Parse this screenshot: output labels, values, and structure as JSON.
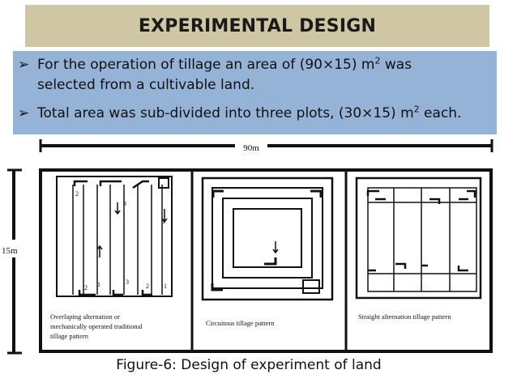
{
  "title": "EXPERIMENTAL DESIGN",
  "bullets": [
    {
      "text": "For the operation of tillage an area of (90×15) m",
      "sup": "2",
      "text_after": " was",
      "line2": "selected from a cultivable land."
    },
    {
      "text": "Total area was sub-divided into three plots, (30×15) m",
      "sup": "2",
      "text_after": " each."
    }
  ],
  "bullet_marker": "➢",
  "diagram": {
    "width_label": "90m",
    "height_label": "15m",
    "plots": [
      {
        "caption_lines": [
          "Overlaping alternation or",
          "mechanically operated traditional",
          "tillage pattern"
        ]
      },
      {
        "caption_lines": [
          "Circuitous tillage pattern"
        ]
      },
      {
        "caption_lines": [
          "Straight alternation tillage pattern"
        ]
      }
    ],
    "plot1_marks": [
      "2",
      "3",
      "1",
      "2",
      "3",
      "1",
      "2",
      "1"
    ]
  },
  "caption": "Figure-6: Design of experiment of land",
  "colors": {
    "title_bg": "#cfc6a3",
    "bullet_bg": "#95b3d7",
    "line": "#111111"
  }
}
